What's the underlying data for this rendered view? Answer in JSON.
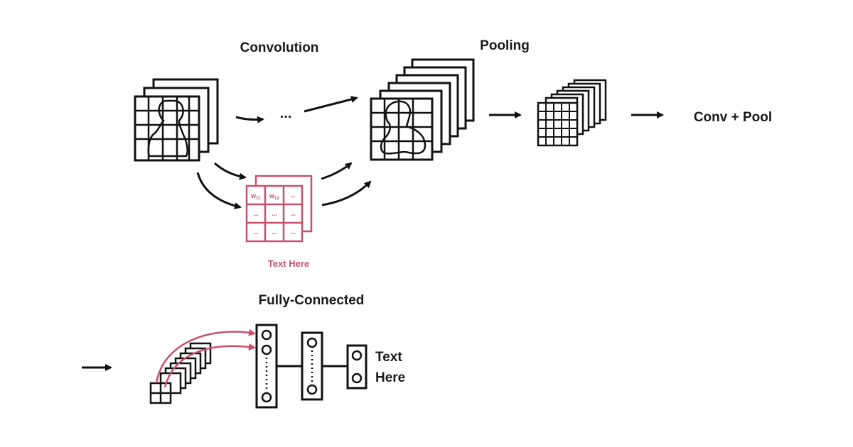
{
  "labels": {
    "convolution": "Convolution",
    "pooling": "Pooling",
    "conv_pool": "Conv + Pool",
    "fully_connected": "Fully-Connected",
    "kernel_caption": "Text Here",
    "output_line1": "Text",
    "output_line2": "Here",
    "ellipsis": "..."
  },
  "kernel_cells": [
    [
      "w11",
      "w12",
      "..."
    ],
    [
      "...",
      "...",
      "..."
    ],
    [
      "...",
      "...",
      "..."
    ]
  ],
  "colors": {
    "ink": "#111111",
    "accent": "#c9506b"
  }
}
